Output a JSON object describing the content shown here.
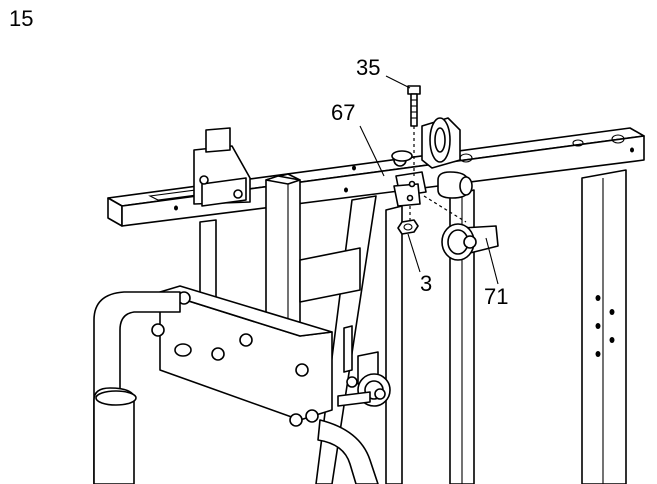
{
  "step": {
    "number": "15"
  },
  "callouts": {
    "bolt": "35",
    "bracket": "67",
    "nut": "3",
    "pulley": "71"
  },
  "colors": {
    "line": "#000000",
    "background": "#ffffff"
  }
}
